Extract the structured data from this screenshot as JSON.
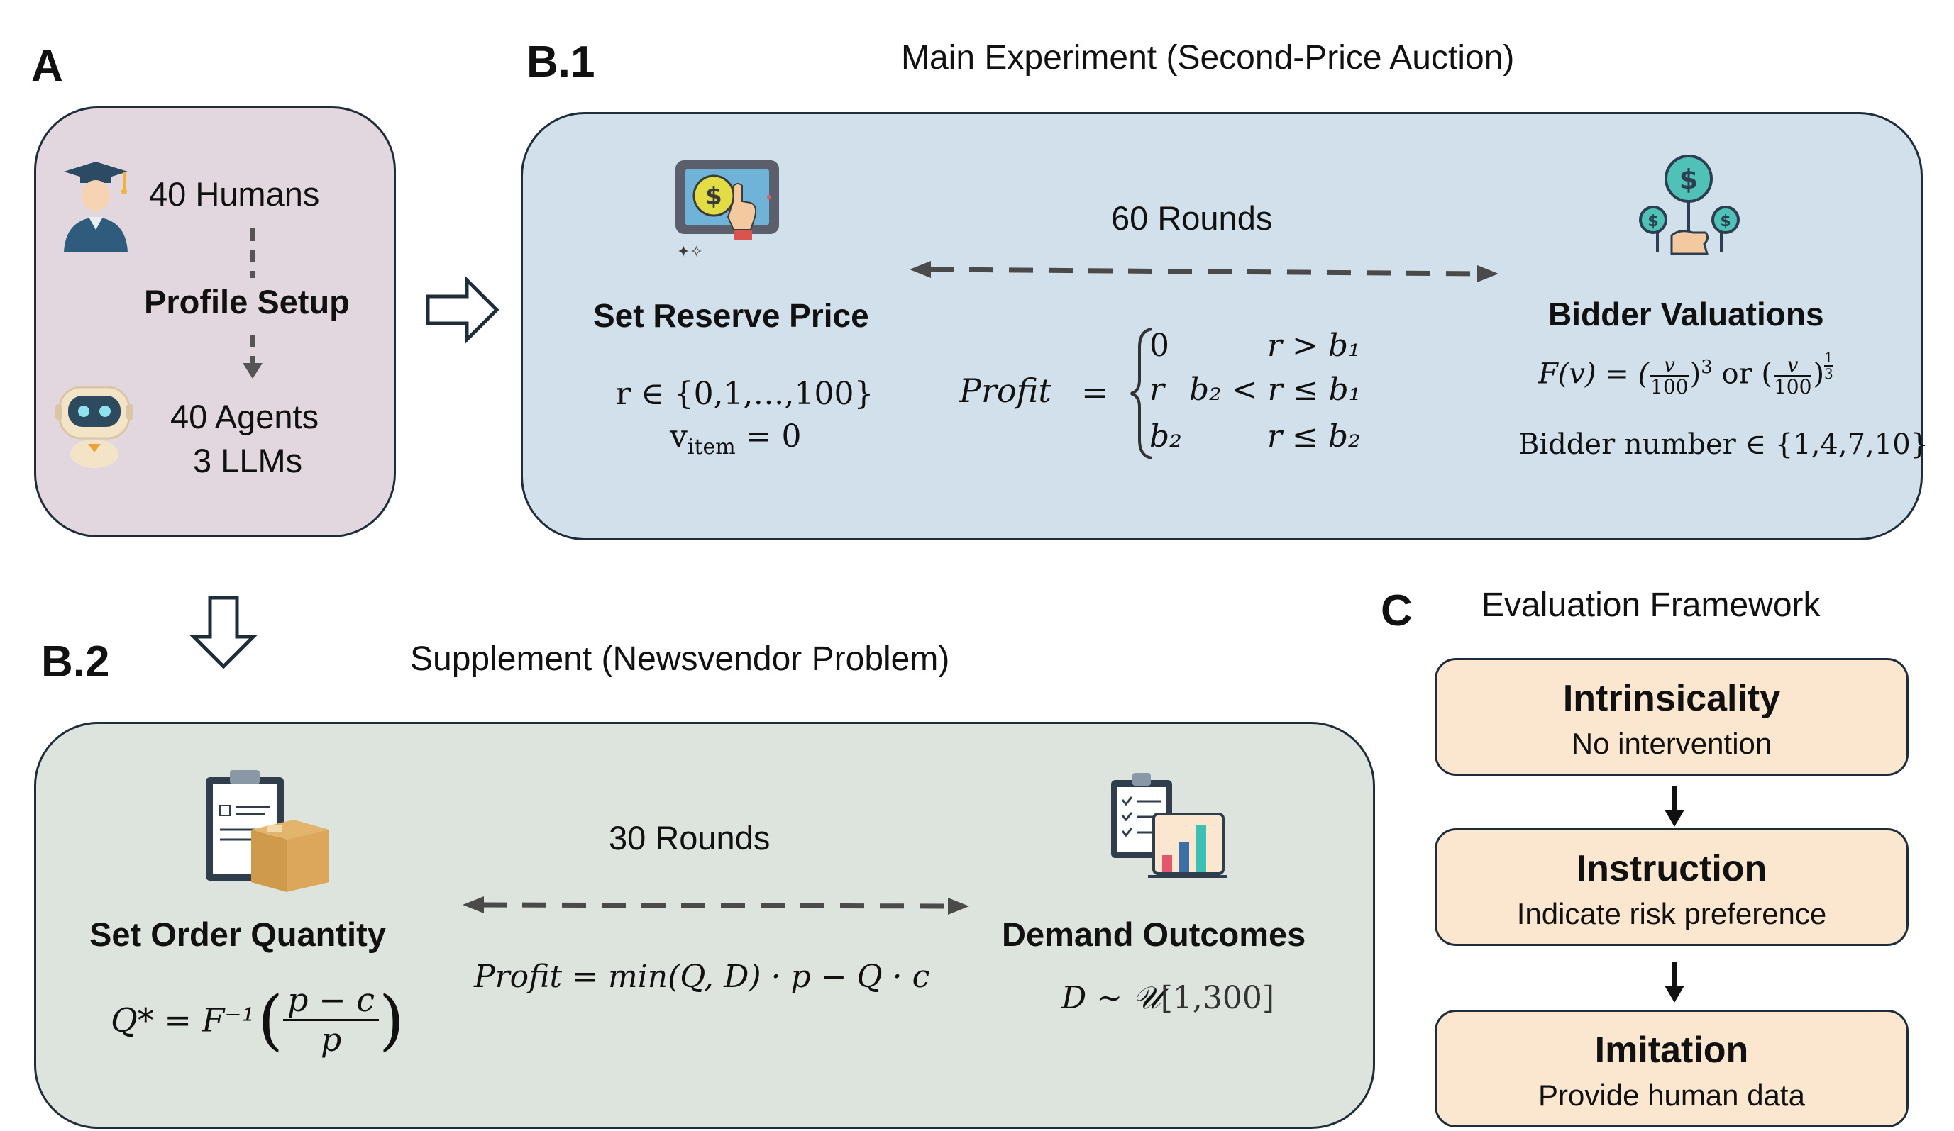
{
  "sectionA": {
    "letter": "A",
    "humans": "40 Humans",
    "profile": "Profile Setup",
    "agents_line1": "40 Agents",
    "agents_line2": "3 LLMs"
  },
  "sectionB1": {
    "letter": "B.1",
    "title": "Main Experiment (Second-Price Auction)",
    "left_title": "Set Reserve Price",
    "r_formula": "r ∈ {0,1,…,100}",
    "v_item_base": "v",
    "v_item_sub": "item",
    "v_item_rest": " = 0",
    "rounds": "60 Rounds",
    "profit_label": "Profit",
    "cases": [
      {
        "value": "0",
        "cond": "r > b₁"
      },
      {
        "value": "r",
        "cond": "b₂ < r ≤ b₁"
      },
      {
        "value": "b₂",
        "cond": "r ≤ b₂"
      }
    ],
    "right_title": "Bidder Valuations",
    "valuation_prefix": "F(v) = (",
    "valuation_num": "v",
    "valuation_den": "100",
    "valuation_exp1": "3",
    "valuation_or": " or ",
    "valuation_exp2_num": "1",
    "valuation_exp2_den": "3",
    "bidder_number": "Bidder number ∈ {1,4,7,10}"
  },
  "sectionB2": {
    "letter": "B.2",
    "title": "Supplement (Newsvendor Problem)",
    "left_title": "Set Order Quantity",
    "q_lhs": "Q* = F⁻¹",
    "q_num": "p − c",
    "q_den": "p",
    "rounds": "30 Rounds",
    "profit_formula": "Profit = min(Q, D) · p − Q · c",
    "right_title": "Demand Outcomes",
    "demand_lhs": "D ~ 𝒰",
    "demand_range": "[1,300]"
  },
  "sectionC": {
    "letter": "C",
    "title": "Evaluation Framework",
    "boxes": [
      {
        "title": "Intrinsicality",
        "sub": "No intervention"
      },
      {
        "title": "Instruction",
        "sub": "Indicate risk preference"
      },
      {
        "title": "Imitation",
        "sub": "Provide human data"
      }
    ]
  },
  "colors": {
    "panelA": "#e3d7df",
    "panelB1": "#d1e0ea",
    "panelB2": "#dde3dd",
    "evalBox": "#fbe6cf",
    "border": "#1f2d3a",
    "dashed": "#4a4a4a"
  },
  "icons": [
    "graduate-icon",
    "robot-icon",
    "tablet-payment-icon",
    "money-tree-icon",
    "clipboard-box-icon",
    "report-chart-icon"
  ]
}
